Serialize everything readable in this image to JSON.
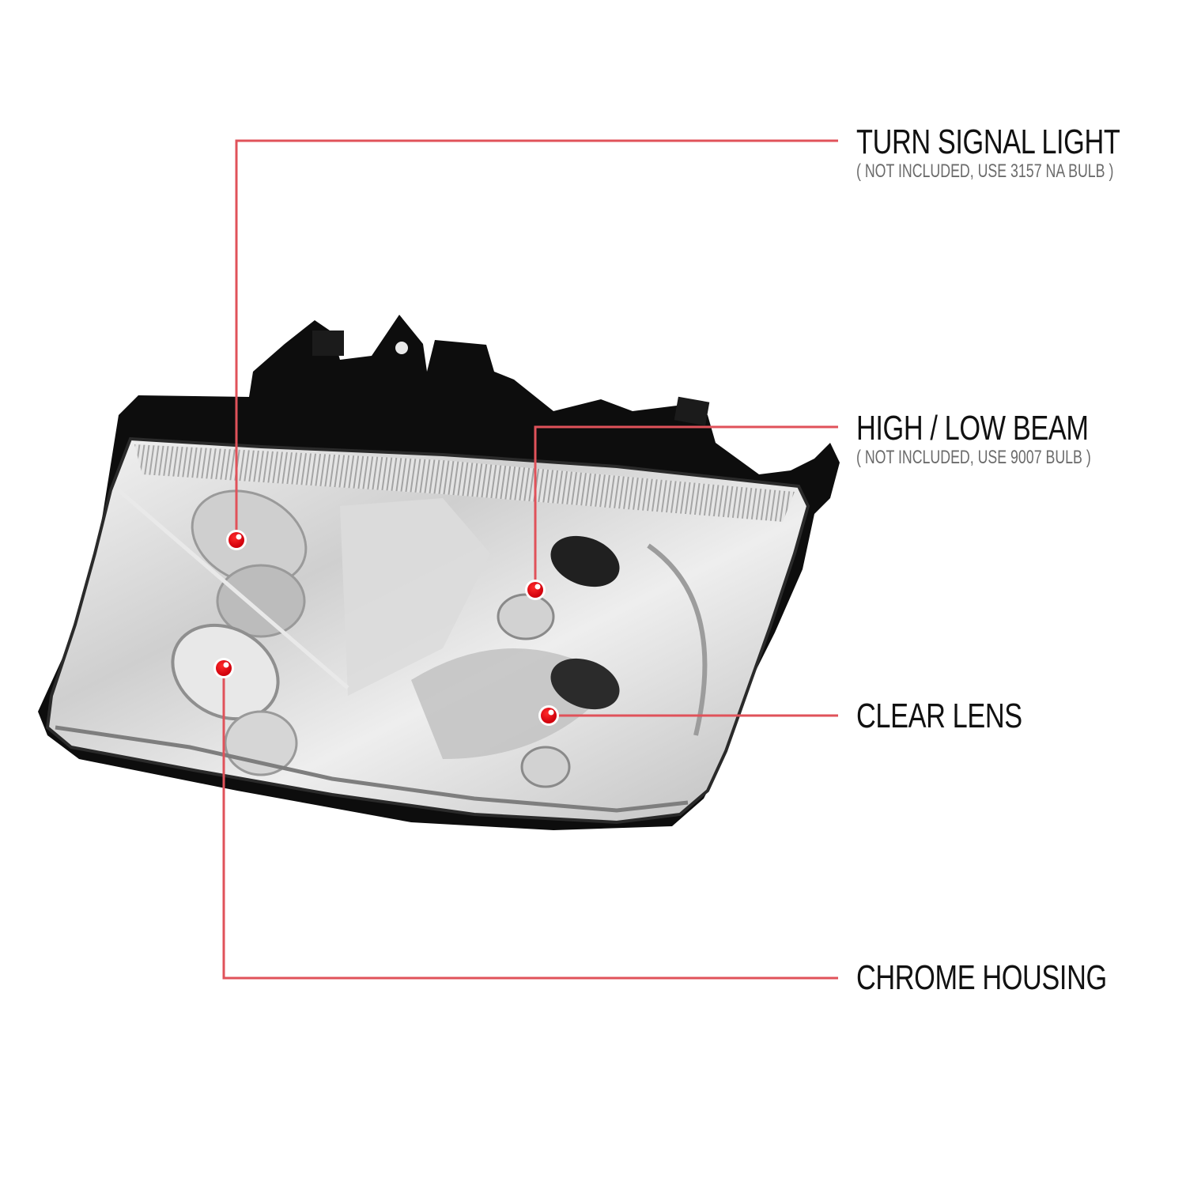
{
  "callouts": [
    {
      "id": "turn-signal",
      "title": "TURN SIGNAL LIGHT",
      "note": "( NOT INCLUDED, USE  3157 NA  BULB )"
    },
    {
      "id": "high-low-beam",
      "title": "HIGH / LOW BEAM",
      "note": "( NOT INCLUDED, USE  9007  BULB )"
    },
    {
      "id": "clear-lens",
      "title": "CLEAR LENS",
      "note": ""
    },
    {
      "id": "chrome-housing",
      "title": "CHROME HOUSING",
      "note": ""
    }
  ],
  "colors": {
    "leader_line": "#e0525a",
    "marker": "#e3000f",
    "title_text": "#111111",
    "note_text": "#6b6b6b",
    "background": "#ffffff"
  },
  "product": {
    "name": "headlight",
    "housing": "chrome",
    "lens": "clear"
  }
}
